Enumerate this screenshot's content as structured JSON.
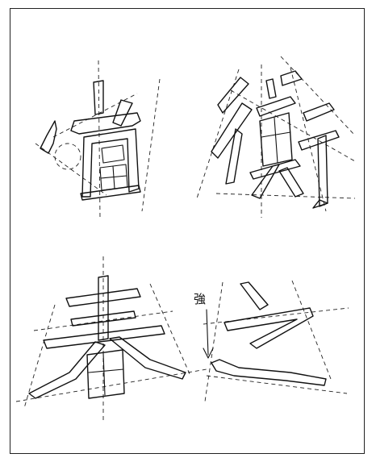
{
  "figure": {
    "characters": [
      {
        "glyph": "當"
      },
      {
        "glyph": "衡"
      },
      {
        "glyph": "春"
      },
      {
        "glyph": "之"
      }
    ],
    "annotation": {
      "text": "強"
    }
  }
}
